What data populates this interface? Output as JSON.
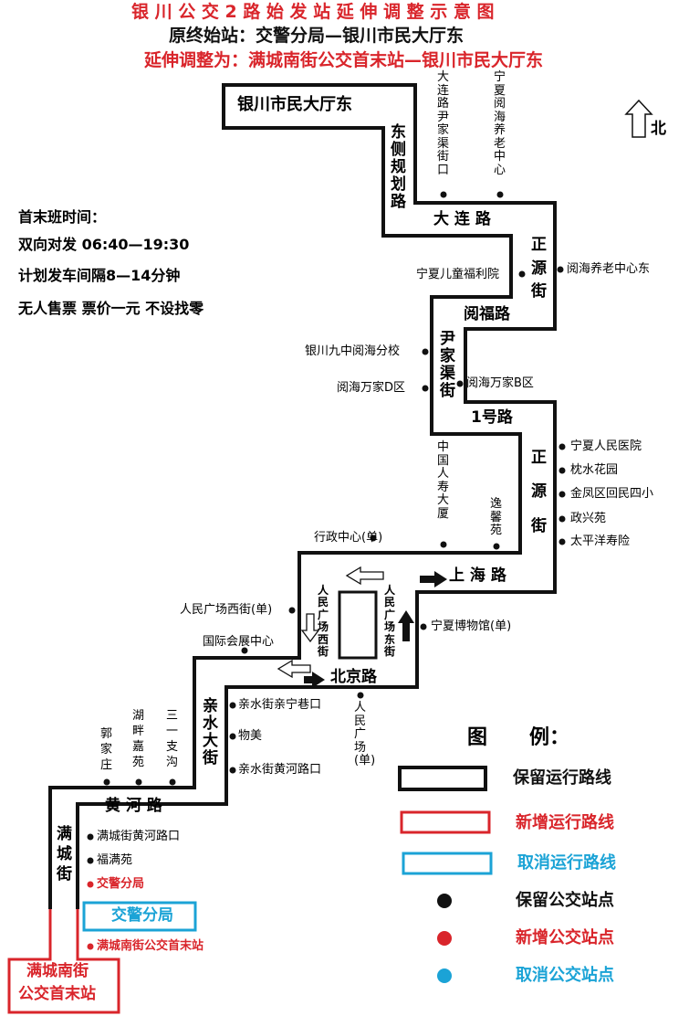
{
  "header": {
    "title": "银 川 公 交 2 路 始 发 站 延 伸 调 整 示 意 图",
    "original": "原终始站：交警分局—银川市民大厅东",
    "extended": "延伸调整为：满城南街公交首末站—银川市民大厅东"
  },
  "north_label": "北",
  "info": {
    "heading": "首末班时间：",
    "hours": "双向对发  06:40—19:30",
    "interval": "计划发车间隔8—14分钟",
    "fare": "无人售票  票价一元  不设找零"
  },
  "terminals": {
    "north": "银川市民大厅东",
    "cancelled": "交警分局",
    "new_south_line1": "满城南街",
    "new_south_line2": "公交首末站"
  },
  "roads": {
    "dongce": "东侧规划路",
    "dalian": "大 连 路",
    "zhengyuan1": "正源街",
    "yuefu": "阅福路",
    "yinjiaqu": "尹家渠街",
    "yihao": "1号路",
    "zhengyuan2": "正源街",
    "shanghai": "上 海 路",
    "rmgc_west": "人民广场西街",
    "rmgc_east": "人民广场东街",
    "beijing": "北京路",
    "qinshui": "亲水大街",
    "huanghe": "黄 河 路",
    "mancheng": "满城街"
  },
  "stops": {
    "dalian_yinjia": "大连路尹家渠街口",
    "yuehai_yanglao": "宁夏阅海养老中心",
    "yuehai_yanglao_east": "阅海养老中心东",
    "ertong": "宁夏儿童福利院",
    "jiuzhong": "银川九中阅海分校",
    "wanjia_d": "阅海万家D区",
    "wanjia_b": "阅海万家B区",
    "renshou": "中国人寿大厦",
    "yixin": "逸馨苑",
    "renmin_yiyuan": "宁夏人民医院",
    "zhenshui": "枕水花园",
    "jinfeng_sixiao": "金凤区回民四小",
    "zhengxing": "政兴苑",
    "taipingyang": "太平洋寿险",
    "xingzheng": "行政中心(单)",
    "rmgc_xijie": "人民广场西街(单)",
    "huizhan": "国际会展中心",
    "bowuguan": "宁夏博物馆(单)",
    "renmin_guangchang": "人民广场(单)",
    "ningxiang": "亲水街亲宁巷口",
    "wumei": "物美",
    "qs_huanghe": "亲水街黄河路口",
    "guojiazhuang": "郭家庄",
    "hupan": "湖畔嘉苑",
    "sanyi": "三一支沟",
    "mc_huanghe": "满城街黄河路口",
    "fuman": "福满苑",
    "jiaojing_new": "交警分局",
    "mancheng_terminal": "满城南街公交首末站"
  },
  "legend": {
    "title": "图      例：",
    "items": [
      {
        "label": "保留运行路线",
        "color": "#111111",
        "kind": "line"
      },
      {
        "label": "新增运行路线",
        "color": "#d9252b",
        "kind": "line"
      },
      {
        "label": "取消运行路线",
        "color": "#1ba3d6",
        "kind": "line"
      },
      {
        "label": "保留公交站点",
        "color": "#111111",
        "kind": "dot"
      },
      {
        "label": "新增公交站点",
        "color": "#d9252b",
        "kind": "dot"
      },
      {
        "label": "取消公交站点",
        "color": "#1ba3d6",
        "kind": "dot"
      }
    ]
  },
  "colors": {
    "kept": "#111111",
    "added": "#d9252b",
    "cancelled": "#1ba3d6"
  }
}
